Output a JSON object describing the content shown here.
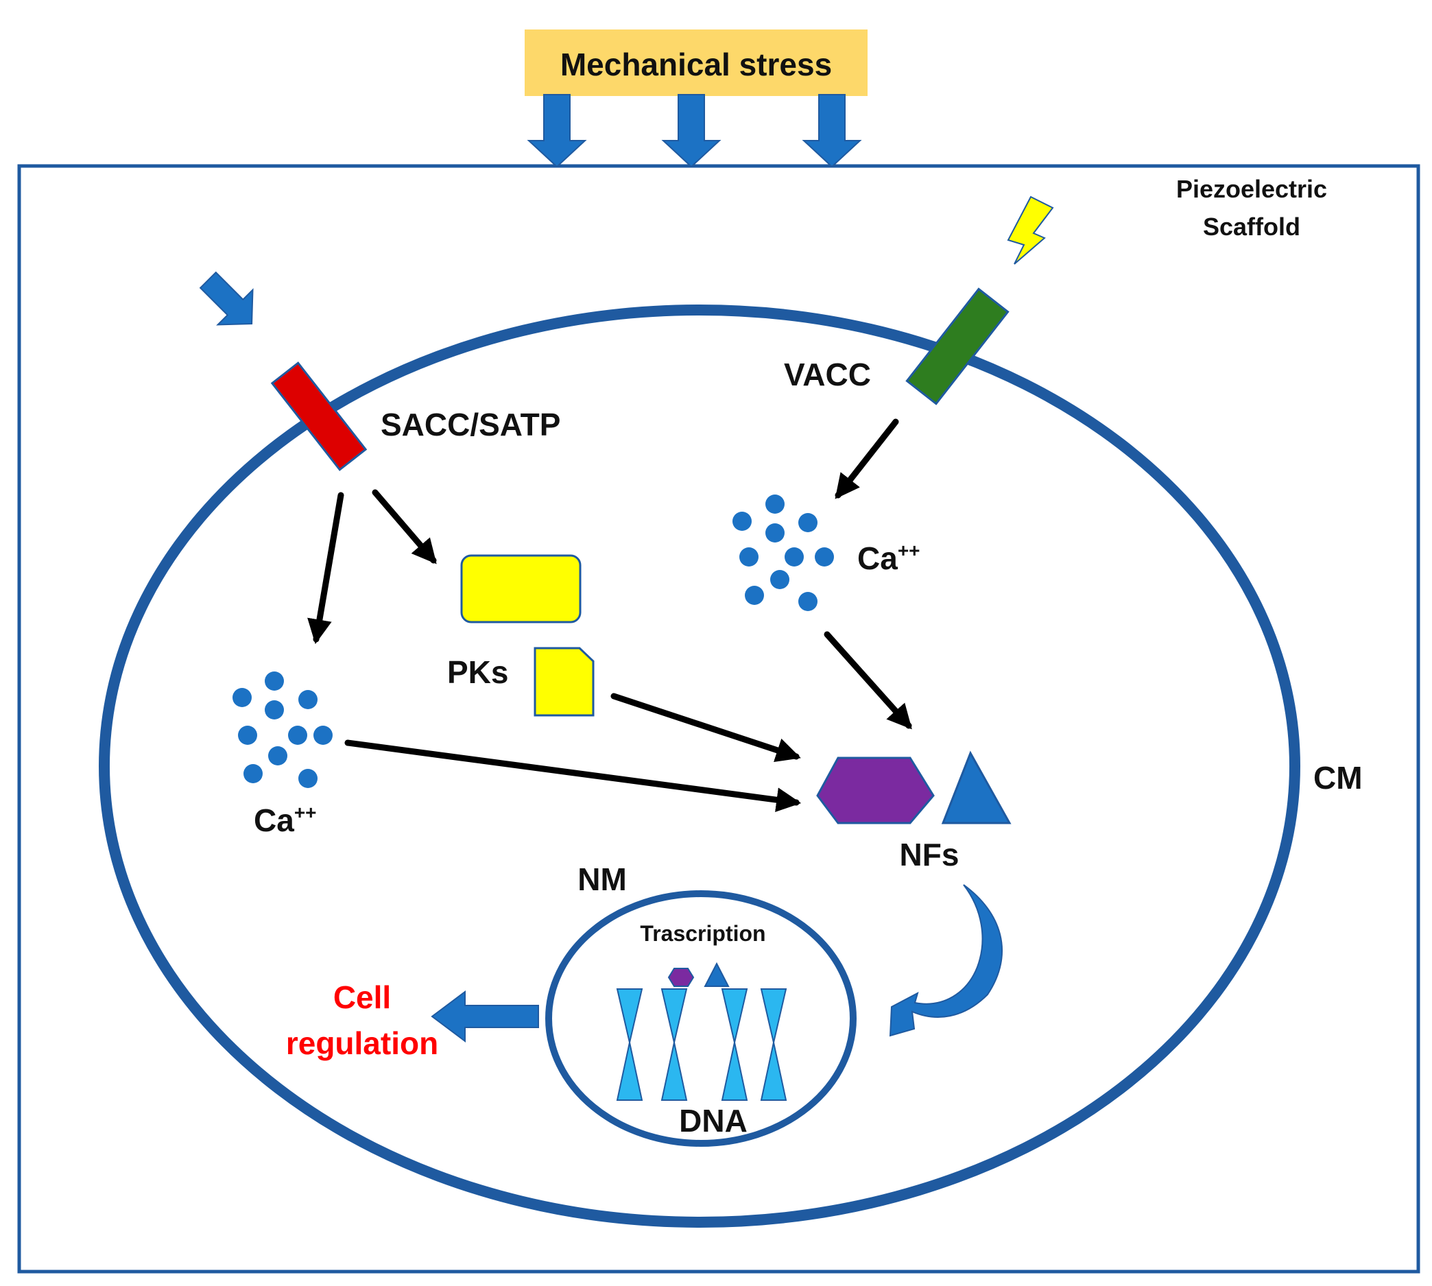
{
  "title": "Mechanical stress",
  "labels": {
    "scaffold": [
      "Piezoelectric",
      "Scaffold"
    ],
    "cell_membrane": "CM",
    "sacc": "SACC/SATP",
    "vacc": "VACC",
    "ca_left": "Ca",
    "ca_right": "Ca",
    "ca_superscript": "++",
    "pks": "PKs",
    "nfs": "NFs",
    "nuclear_membrane": "NM",
    "transcription": "Trascription",
    "dna": "DNA",
    "outcome": [
      "Cell",
      "regulation"
    ]
  },
  "colors": {
    "outline": "#1f5aa0",
    "arrow_blue": "#1c72c4",
    "ion": "#1c72c4",
    "title_box": "#fdd86a",
    "sacc_channel": "#dd0000",
    "vacc_channel": "#2e7d1f",
    "kinase": "#ffff00",
    "nf_hexagon": "#7b2aa0",
    "nf_triangle": "#1c72c4",
    "dna": "#2bb7f0",
    "lightning": "#ffff00",
    "outcome_text": "#ff0000"
  },
  "icons": [
    "lightning-icon",
    "down-arrow-icon",
    "curved-arrow-icon"
  ]
}
